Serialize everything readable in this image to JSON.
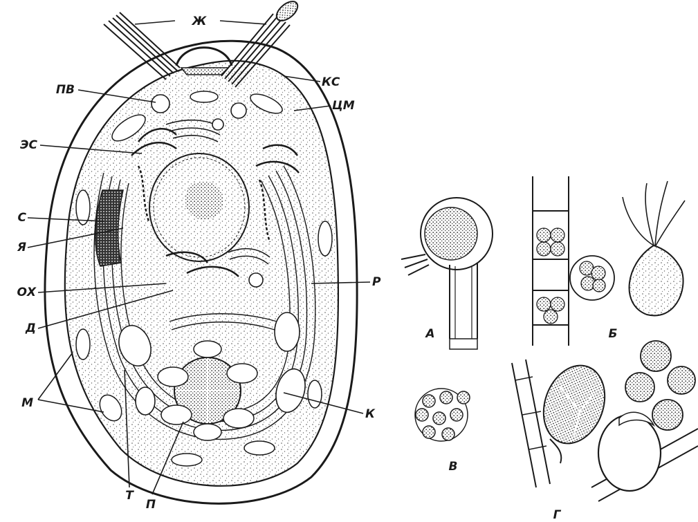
{
  "labels": {
    "zh": "Ж",
    "pv": "ПВ",
    "ks": "КС",
    "tsm": "ЦМ",
    "es": "ЭС",
    "s": "С",
    "ya": "Я",
    "okh": "ОХ",
    "d": "Д",
    "r": "Р",
    "m": "М",
    "k": "К",
    "t": "Т",
    "p": "П",
    "a": "А",
    "b": "Б",
    "v": "В",
    "g": "Г"
  }
}
